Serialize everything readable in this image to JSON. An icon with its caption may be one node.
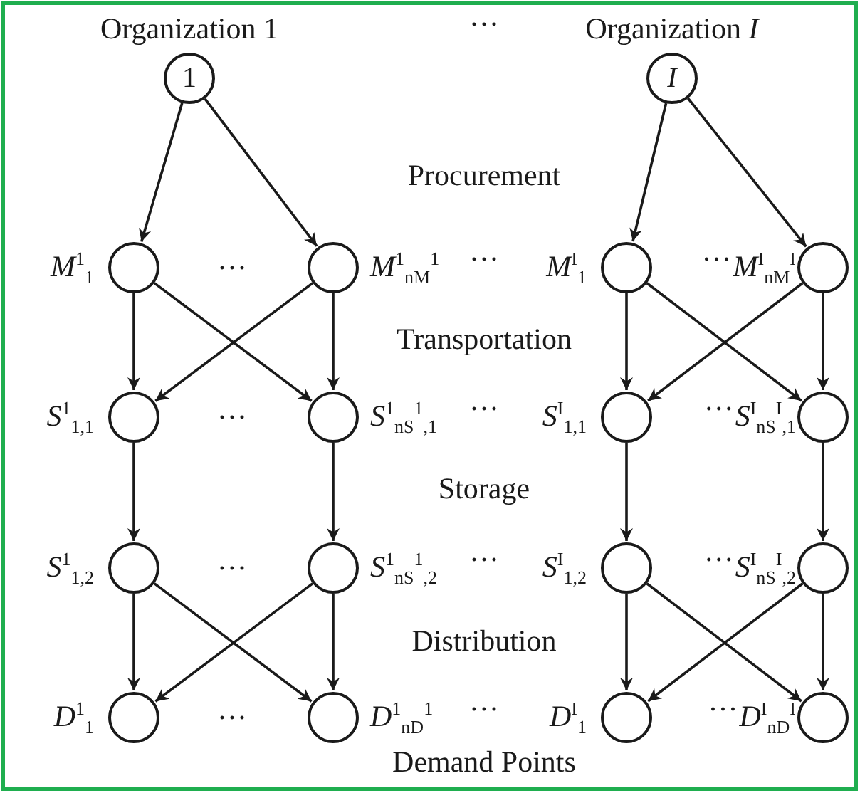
{
  "diagram": {
    "nodes": [
      {
        "text": [
          "1"
        ]
      },
      {
        "text": [
          "*I*"
        ]
      },
      {
        "text": [],
        "shape": "circle",
        "beside": [
          "*M*$^{1}$$_{1}$"
        ]
      },
      {
        "text": [],
        "shape": "circle",
        "beside": [
          "*M*$^{1}$$_{n}$$_{M}$$^{1}$"
        ]
      },
      {
        "text": [],
        "shape": "circle",
        "beside": [
          "*M*$^{I}$$_{1}$"
        ]
      },
      {
        "text": [],
        "shape": "circle",
        "beside": [
          "*M*$^{I}$$_{n}$$_{M}$$^{I}$"
        ]
      },
      {
        "text": [],
        "shape": "circle",
        "beside": [
          "*S*$^{1}$$_{1,1}$"
        ]
      },
      {
        "text": [],
        "shape": "circle",
        "beside": [
          "*S*$^{1}$$_{n}$$_{S}$$^{1}$$_{,1}$"
        ]
      },
      {
        "text": [],
        "shape": "circle",
        "beside": [
          "*S*$^{I}$$_{1,1}$"
        ]
      },
      {
        "text": [],
        "shape": "circle",
        "beside": [
          "*S*$^{I}$$_{n}$$_{S}$$^{I}$$_{,1}$"
        ]
      },
      {
        "text": [],
        "shape": "circle",
        "beside": [
          "*S*$^{1}$$_{1,2}$"
        ]
      },
      {
        "text": [],
        "shape": "circle",
        "beside": [
          "*S*$^{1}$$_{n}$$_{S}$$^{1}$$_{,2}$"
        ]
      },
      {
        "text": [],
        "shape": "circle",
        "beside": [
          "*S*$^{I}$$_{1,2}$"
        ]
      },
      {
        "text": [],
        "shape": "circle",
        "beside": [
          "*S*$^{I}$$_{n}$$_{S}$$^{I}$$_{,2}$"
        ]
      },
      {
        "text": [],
        "shape": "circle",
        "beside": [
          "*D*$^{1}$$_{1}$"
        ]
      },
      {
        "text": [],
        "shape": "circle",
        "beside": [
          "*D*$^{1}$$_{n}$$_{D}$$^{1}$"
        ]
      },
      {
        "text": [],
        "shape": "circle",
        "beside": [
          "*D*$^{I}$$_{1}$"
        ]
      },
      {
        "text": [],
        "shape": "circle",
        "beside": [
          "*D*$^{I}$$_{n}$$_{D}$$^{I}$"
        ]
      }
    ],
    "edges": [
      {
        "from": 0,
        "to": 2,
        "arrow": "to"
      },
      {
        "from": 0,
        "to": 3,
        "arrow": "to"
      },
      {
        "from": 1,
        "to": 4,
        "arrow": "to"
      },
      {
        "from": 1,
        "to": 5,
        "arrow": "to"
      },
      {
        "from": 2,
        "to": 6,
        "arrow": "to"
      },
      {
        "from": 2,
        "to": 7,
        "arrow": "to"
      },
      {
        "from": 3,
        "to": 6,
        "arrow": "to"
      },
      {
        "from": 3,
        "to": 7,
        "arrow": "to"
      },
      {
        "from": 4,
        "to": 8,
        "arrow": "to"
      },
      {
        "from": 4,
        "to": 9,
        "arrow": "to"
      },
      {
        "from": 5,
        "to": 8,
        "arrow": "to"
      },
      {
        "from": 5,
        "to": 9,
        "arrow": "to"
      },
      {
        "from": 6,
        "to": 10,
        "arrow": "to"
      },
      {
        "from": 7,
        "to": 11,
        "arrow": "to"
      },
      {
        "from": 8,
        "to": 12,
        "arrow": "to"
      },
      {
        "from": 9,
        "to": 13,
        "arrow": "to"
      },
      {
        "from": 10,
        "to": 14,
        "arrow": "to"
      },
      {
        "from": 10,
        "to": 15,
        "arrow": "to"
      },
      {
        "from": 11,
        "to": 14,
        "arrow": "to"
      },
      {
        "from": 11,
        "to": 15,
        "arrow": "to"
      },
      {
        "from": 12,
        "to": 16,
        "arrow": "to"
      },
      {
        "from": 12,
        "to": 17,
        "arrow": "to"
      },
      {
        "from": 13,
        "to": 16,
        "arrow": "to"
      },
      {
        "from": 13,
        "to": 17,
        "arrow": "to"
      }
    ],
    "labels": [
      "Organization 1",
      "···",
      "Organization *I*",
      "Procurement",
      "···",
      "···",
      "···",
      "Transportation",
      "···",
      "···",
      "···",
      "Storage",
      "···",
      "···",
      "···",
      "Distribution",
      "···",
      "···",
      "···",
      "Demand Points"
    ]
  }
}
